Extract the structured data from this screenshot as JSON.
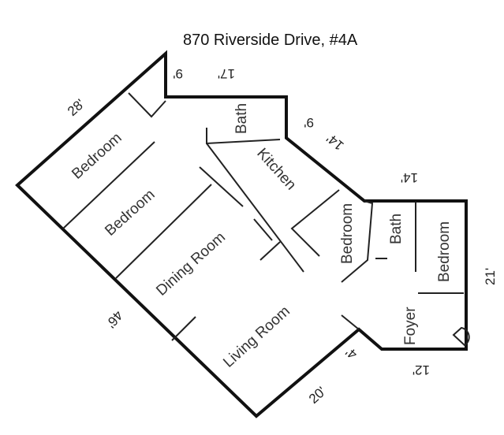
{
  "title": "870 Riverside Drive, #4A",
  "rooms": {
    "bedroom_top": "Bedroom",
    "bedroom_second": "Bedroom",
    "dining": "Dining Room",
    "living": "Living Room",
    "bath_top": "Bath",
    "kitchen": "Kitchen",
    "bedroom_middle": "Bedroom",
    "bath_right": "Bath",
    "bedroom_right": "Bedroom",
    "foyer": "Foyer"
  },
  "dimensions": {
    "d28": "28'",
    "d9a": "9'",
    "d17": "17'",
    "d9b": "9'",
    "d14a": "14'",
    "d14b": "14'",
    "d21": "21'",
    "d12": "12'",
    "d4": "4'",
    "d20": "20'",
    "d46": "46'"
  }
}
